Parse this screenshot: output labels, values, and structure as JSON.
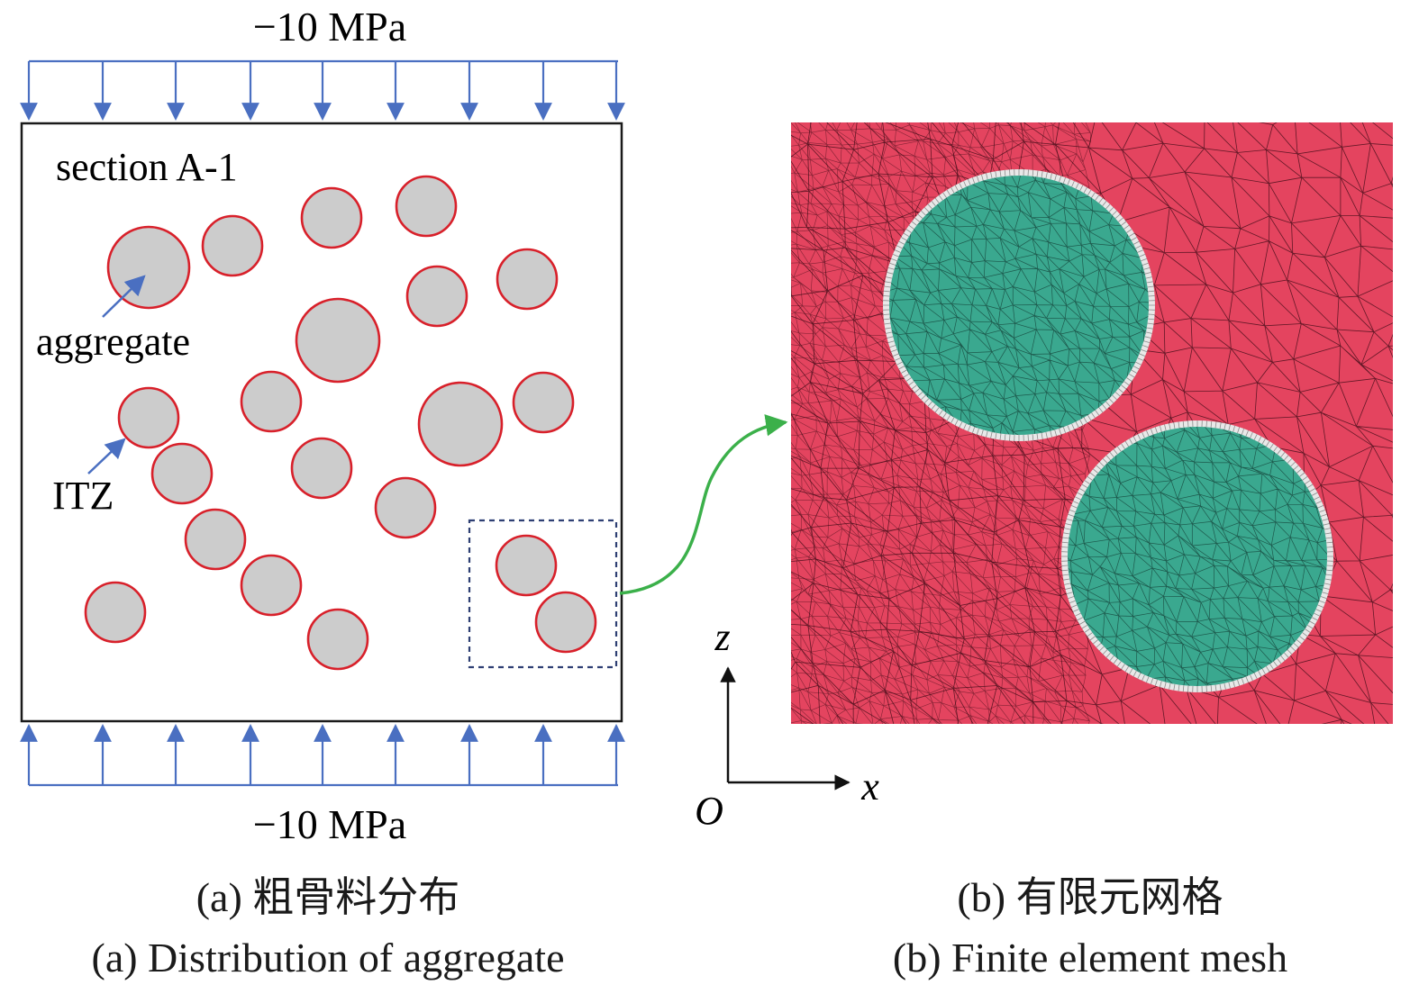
{
  "load_top": "−10 MPa",
  "load_bottom": "−10 MPa",
  "section_label": "section A-1",
  "aggregate_label": "aggregate",
  "itz_label": "ITZ",
  "axis": {
    "origin": "O",
    "x": "x",
    "z": "z"
  },
  "captions": {
    "a_cn": "(a) 粗骨料分布",
    "a_en": "(a) Distribution of aggregate",
    "b_cn": "(b) 有限元网格",
    "b_en": "(b) Finite element mesh"
  },
  "colors": {
    "aggregate_fill": "#cccccc",
    "itz_stroke": "#d8202a",
    "load_arrow": "#4a6fc1",
    "zoom_arrow": "#3bb04a",
    "mesh_matrix": "#e4445f",
    "mesh_aggregate": "#3aa88f",
    "mesh_itz": "#e8e8e8"
  }
}
